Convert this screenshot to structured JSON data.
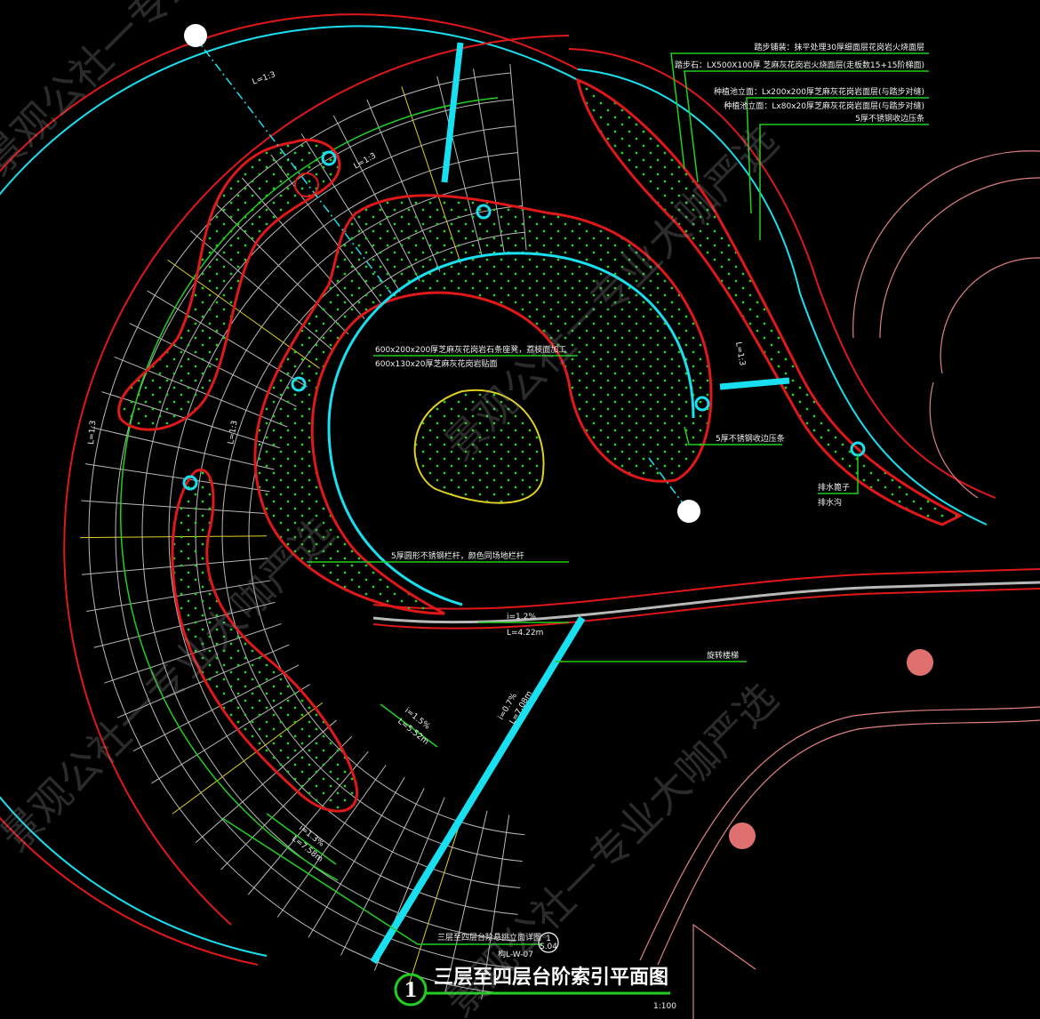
{
  "drawing": {
    "title": "三层至四层台阶索引平面图",
    "number": "1",
    "scale": "1:100",
    "section_ref": {
      "note": "三层至四层台阶悬挑立面详图",
      "code": "构L-W-07",
      "top": "1",
      "bottom": "S.04"
    }
  },
  "annotations": {
    "top_right": [
      "踏步铺装：抹平处理30厚细面层花岗岩火烧面层",
      "踏步石：LX500X100厚 芝麻灰花岗岩火烧面层(走板数15+15阶梯面)",
      "种植池立面：Lx200x200厚芝麻灰花岗岩面层(与踏步对缝)",
      "种植池立面：Lx80x20厚芝麻灰花岗岩面层(与踏步对缝)",
      "5厚不锈钢收边压条"
    ],
    "bench": [
      "600x200x200厚芝麻灰花岗岩石条座凳，荔枝面加工",
      "600x130x20厚芝麻灰花岗岩贴面"
    ],
    "edge_strip": "5厚不锈钢收边压条",
    "drain": [
      "排水篦子",
      "排水沟"
    ],
    "railing": "5厚圆形不锈钢栏杆，颜色同场地栏杆",
    "stair": "旋转楼梯"
  },
  "slopes": [
    {
      "i": "i=1.2%",
      "L": "L=4.22m"
    },
    {
      "i": "i=1.5%",
      "L": "L=5.52m"
    },
    {
      "i": "i=1.3%",
      "L": "L=7.58m"
    },
    {
      "i": "i=0.7%",
      "L": "L=7.08m"
    }
  ],
  "arc_labels": [
    "L=1:3",
    "L=1:3",
    "L=1:3",
    "L=1:3",
    "L=1:3"
  ],
  "watermark": "景观公社一专业大咖严选",
  "colors": {
    "red": "#e01818",
    "cyan": "#18e0f0",
    "green": "#20d020",
    "grid": "#b8b8b8",
    "yellow": "#e0d020",
    "pink": "#e08080"
  }
}
